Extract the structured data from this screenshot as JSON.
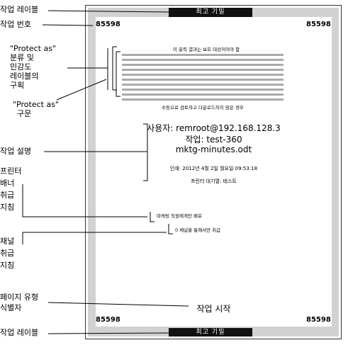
{
  "callouts": {
    "job_label_top": "작업 레이블",
    "job_number": "작업 번호",
    "protect_as_line1": "\"Protect as\"",
    "protect_as_line2": "분류 및",
    "protect_as_line3": "민감도",
    "protect_as_line4": "레이블의",
    "protect_as_line5": "구획",
    "protect_as_statement1": "\"Protect as\"",
    "protect_as_statement2": "구문",
    "job_description": "작업 설명",
    "printer_banner1": "프린터",
    "printer_banner2": "배너",
    "printer_banner3": "취급",
    "printer_banner4": "지침",
    "channel1": "채널",
    "channel2": "취급",
    "channel3": "지침",
    "page_type1": "페이지 유형",
    "page_type2": "식별자",
    "job_label_bottom": "작업 레이블"
  },
  "page": {
    "top_label": "최고 기밀",
    "bottom_label": "최고 기밀",
    "job_number": "85598",
    "protect_line": "이 출력 결과는 보호 대상이어야 함",
    "review_line": "수동으로 검토하고 다운로드하지 않은 경우",
    "user": "사용자: remroot@192.168.128.3",
    "job": "작업: test-360",
    "file": "mktg-minutes.odt",
    "printed": "인쇄: 2012년 4월 2일 월요일 09:53:18",
    "queue": "프린터 대기열: 테스트",
    "banner_handling": "마케팅 직원에게만 배포",
    "channel_handling": "0 채널을 통해서만 취급",
    "page_type": "작업 시작"
  }
}
